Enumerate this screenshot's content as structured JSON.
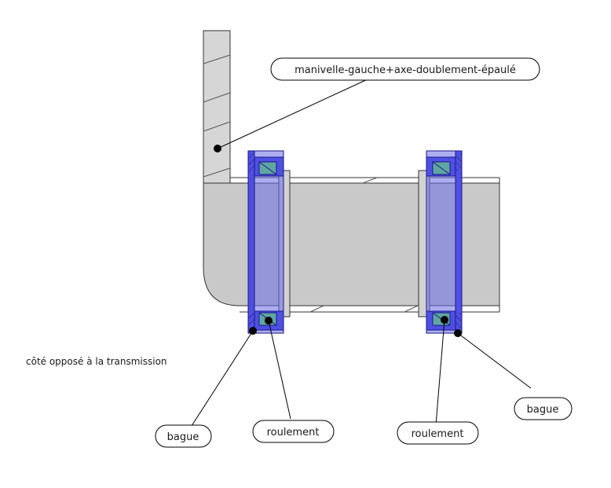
{
  "callouts": {
    "part": "manivelle-gauche+axe-doublement-épaulé",
    "bague_left": "bague",
    "roulement_left": "roulement",
    "roulement_right": "roulement",
    "bague_right": "bague"
  },
  "note": "côté opposé à la transmission",
  "colors": {
    "part_fill": "#d9d9d9",
    "part_outline": "#333333",
    "bearing_ring": "#4f4fe0",
    "bearing_rolling": "#5fa5a0",
    "shaft_overlay": "#7070d8",
    "leader": "#000000"
  }
}
